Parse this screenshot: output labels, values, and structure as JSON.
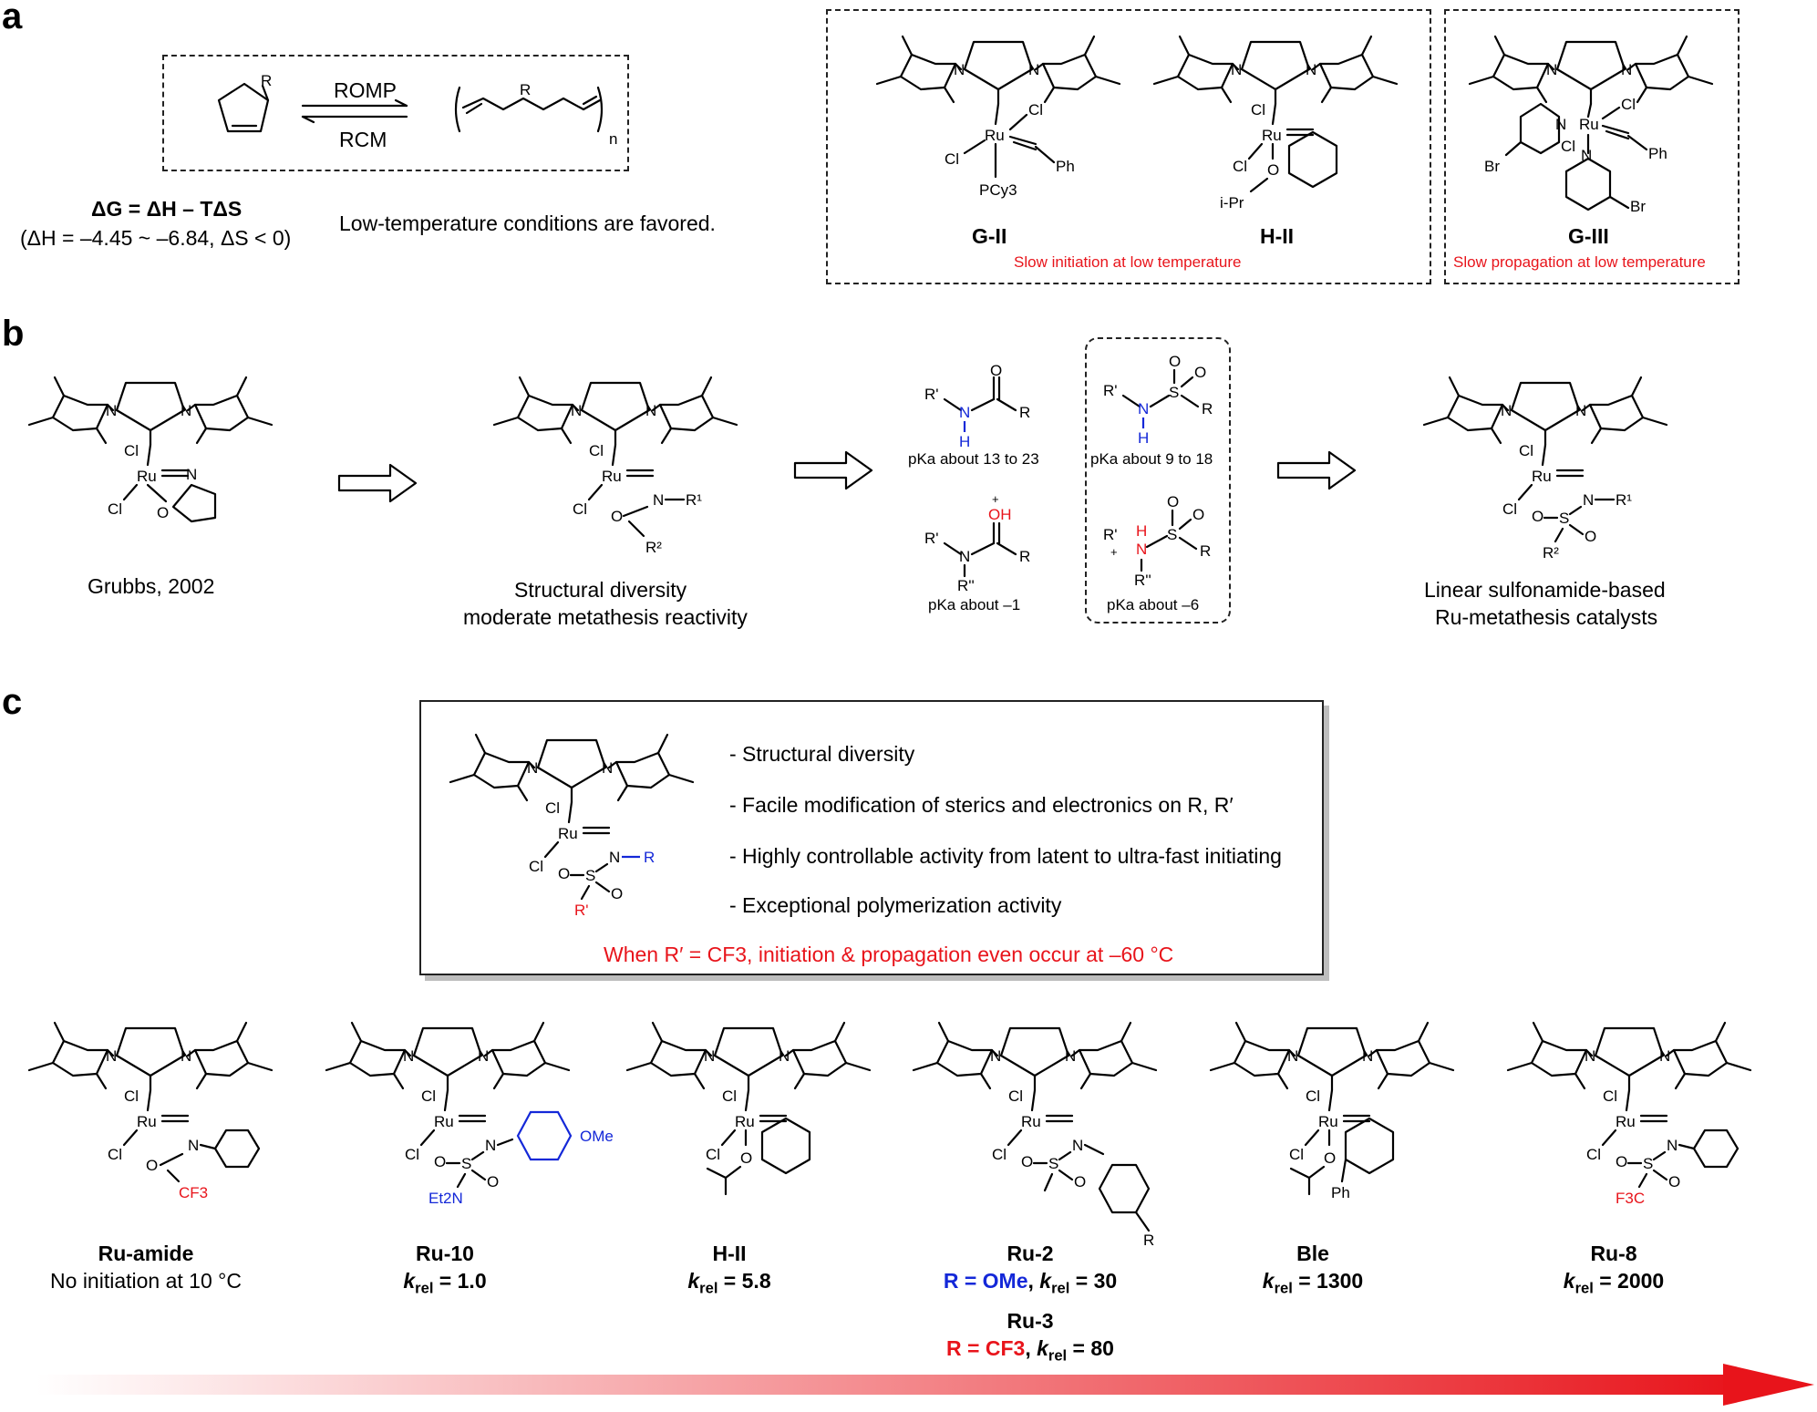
{
  "panels": {
    "a": "a",
    "b": "b",
    "c": "c"
  },
  "panel_a": {
    "reaction": {
      "forward": "ROMP",
      "reverse": "RCM",
      "substituent": "R",
      "repeat": "n"
    },
    "equation": "ΔG = ΔH – TΔS",
    "conditions": "(ΔH = –4.45 ~ –6.84, ΔS < 0)",
    "note": "Low-temperature conditions are favored.",
    "catalysts": [
      {
        "name": "G-II"
      },
      {
        "name": "H-II"
      },
      {
        "name": "G-III"
      }
    ],
    "note_initiation": "Slow initiation at low temperature",
    "note_propagation": "Slow propagation at low temperature"
  },
  "panel_b": {
    "grubbs_label": "Grubbs, 2002",
    "structural_label_1": "Structural diversity",
    "structural_label_2": "moderate metathesis reactivity",
    "pka_amide": "pKa about 13 to 23",
    "pka_sulfonamide": "pKa about 9 to 18",
    "pka_amide_prot": "pKa about –1",
    "pka_sulfonamide_prot": "pKa about –6",
    "final_label_1": "Linear sulfonamide-based",
    "final_label_2": "Ru-metathesis catalysts"
  },
  "panel_c": {
    "features": [
      "- Structural diversity",
      "- Facile modification of sterics and electronics on R, R′",
      "- Highly controllable activity from latent to ultra-fast initiating",
      "- Exceptional polymerization activity"
    ],
    "highlight": "When R′ = CF3, initiation & propagation even occur at –60 °C",
    "catalysts": [
      {
        "name": "Ru-amide",
        "detail": "No initiation at 10 °C"
      },
      {
        "name": "Ru-10",
        "krel": "1.0"
      },
      {
        "name": "H-II",
        "krel": "5.8"
      },
      {
        "name": "Ru-2",
        "detail": "R = OMe",
        "krel": "30"
      },
      {
        "name": "Ru-3",
        "detail": "R = CF3",
        "krel": "80"
      },
      {
        "name": "Ble",
        "krel": "1300"
      },
      {
        "name": "Ru-8",
        "krel": "2000"
      }
    ],
    "krel_prefix": "k",
    "krel_sub": "rel"
  },
  "colors": {
    "red": "#e8141b",
    "blue": "#1428d8",
    "arrow_start": "#ffffff",
    "arrow_end": "#e8141b"
  }
}
